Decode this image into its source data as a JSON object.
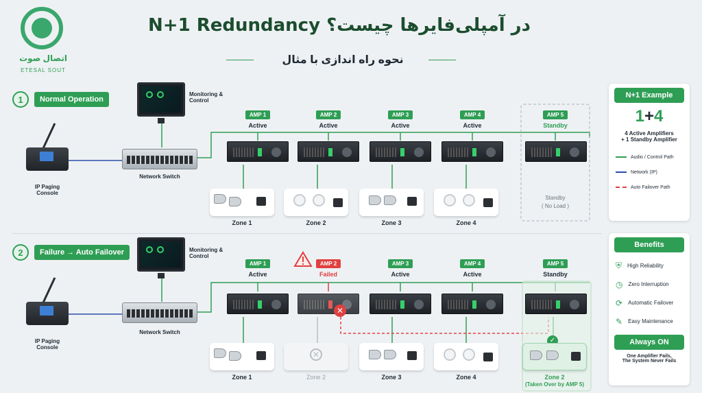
{
  "header": {
    "title": "در آمپلی‌فایرها چیست؟ N+1 Redundancy",
    "subtitle": "نحوه راه اندازی با مثال",
    "logo_text": "اتصال صوت",
    "logo_subtext": "ETESAL SOUT"
  },
  "section1": {
    "number": "1",
    "label": "Normal Operation",
    "monitoring_label": "Monitoring & Control",
    "switch_label": "Network Switch",
    "console_label": "IP Paging Console",
    "amps": [
      {
        "name": "AMP 1",
        "status": "Active"
      },
      {
        "name": "AMP 2",
        "status": "Active"
      },
      {
        "name": "AMP 3",
        "status": "Active"
      },
      {
        "name": "AMP 4",
        "status": "Active"
      },
      {
        "name": "AMP 5",
        "status": "Standby"
      }
    ],
    "zones": [
      "Zone 1",
      "Zone 2",
      "Zone 3",
      "Zone 4"
    ],
    "standby_text": "Standby",
    "standby_sub": "( No Load )"
  },
  "section2": {
    "number": "2",
    "label": "Failure → Auto Failover",
    "monitoring_label": "Monitoring & Control",
    "switch_label": "Network Switch",
    "console_label": "IP Paging Console",
    "amps": [
      {
        "name": "AMP 1",
        "status": "Active"
      },
      {
        "name": "AMP 2",
        "status": "Failed"
      },
      {
        "name": "AMP 3",
        "status": "Active"
      },
      {
        "name": "AMP 4",
        "status": "Active"
      },
      {
        "name": "AMP 5",
        "status": "Standby"
      }
    ],
    "zones": [
      "Zone 1",
      "Zone 2",
      "Zone 3",
      "Zone 4",
      "Zone 2"
    ],
    "takeover_note": "(Taken Over by AMP 5)"
  },
  "example_card": {
    "title": "N+1 Example",
    "formula_1": "1",
    "formula_plus": "+",
    "formula_4": "4",
    "desc1": "4 Active Amplifiers",
    "desc2": "+ 1 Standby Amplifier",
    "legend": [
      {
        "label": "Audio / Control Path",
        "color": "#2f9e55",
        "style": "solid"
      },
      {
        "label": "Network (IP)",
        "color": "#2a4fa8",
        "style": "solid"
      },
      {
        "label": "Auto Failover Path",
        "color": "#e04040",
        "style": "dashed"
      }
    ]
  },
  "benefits_card": {
    "title": "Benefits",
    "items": [
      {
        "label": "High Reliability",
        "icon": "shield-check-icon"
      },
      {
        "label": "Zero Interruption",
        "icon": "clock-icon"
      },
      {
        "label": "Automatic Failover",
        "icon": "refresh-icon"
      },
      {
        "label": "Easy Maintenance",
        "icon": "wrench-icon"
      }
    ],
    "always_on": "Always ON",
    "always_line1": "One Amplifier Fails,",
    "always_line2": "The System Never Fails"
  },
  "colors": {
    "green": "#2f9e55",
    "red": "#e04040",
    "blue": "#2a4fa8"
  }
}
